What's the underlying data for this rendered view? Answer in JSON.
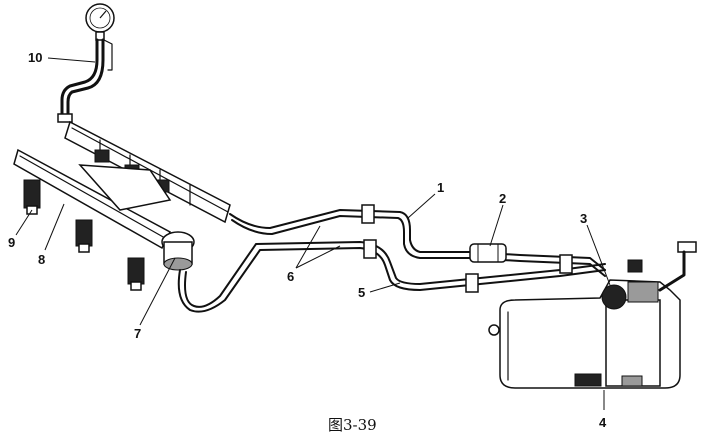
{
  "figure": {
    "caption": "图3-39"
  },
  "callouts": [
    {
      "id": "1",
      "label": "1"
    },
    {
      "id": "2",
      "label": "2"
    },
    {
      "id": "3",
      "label": "3"
    },
    {
      "id": "4",
      "label": "4"
    },
    {
      "id": "5",
      "label": "5"
    },
    {
      "id": "6",
      "label": "6"
    },
    {
      "id": "7",
      "label": "7"
    },
    {
      "id": "8",
      "label": "8"
    },
    {
      "id": "9",
      "label": "9"
    },
    {
      "id": "10",
      "label": "10"
    }
  ]
}
